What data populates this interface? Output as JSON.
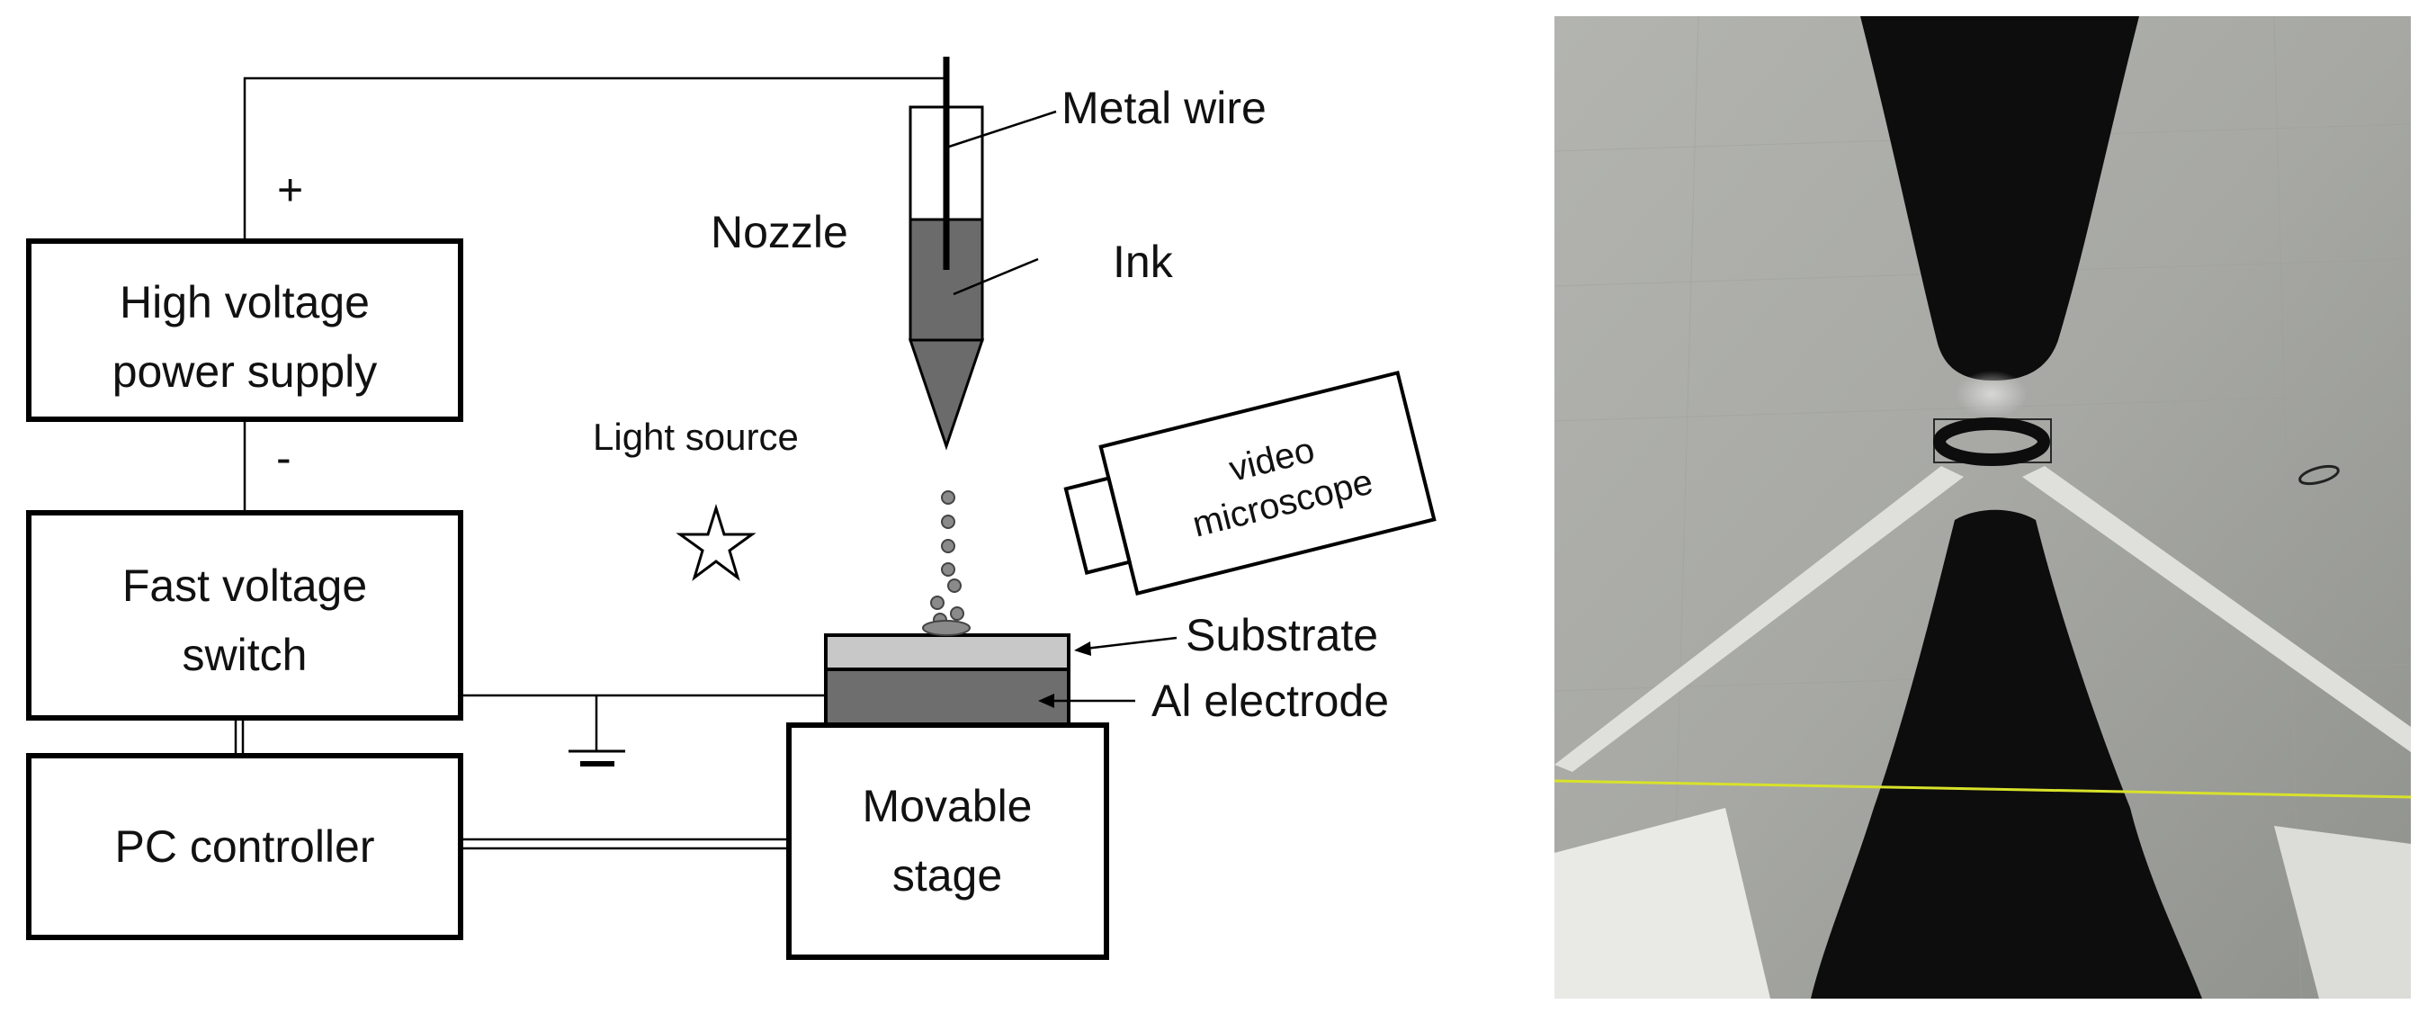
{
  "diagram": {
    "boxes": {
      "hv_supply": [
        "High voltage",
        "power supply"
      ],
      "fast_switch": [
        "Fast voltage",
        "switch"
      ],
      "pc": [
        "PC controller"
      ],
      "stage": [
        "Movable",
        "stage"
      ]
    },
    "polarity": {
      "plus": "+",
      "minus": "-"
    },
    "labels": {
      "metal_wire": "Metal wire",
      "nozzle": "Nozzle",
      "ink": "Ink",
      "light_source": "Light source",
      "substrate": "Substrate",
      "electrode": "Al electrode",
      "microscope": [
        "video",
        "microscope"
      ]
    }
  },
  "colors": {
    "ink": "#6b6b6b",
    "substrate": "#c8c8c8",
    "electrode": "#6e6e6e",
    "droplet": "#8a8a8a",
    "photo_background": "#a9aaa6",
    "photo_nozzle": "#0d0d0e",
    "photo_guide_line": "#d8e22a"
  }
}
